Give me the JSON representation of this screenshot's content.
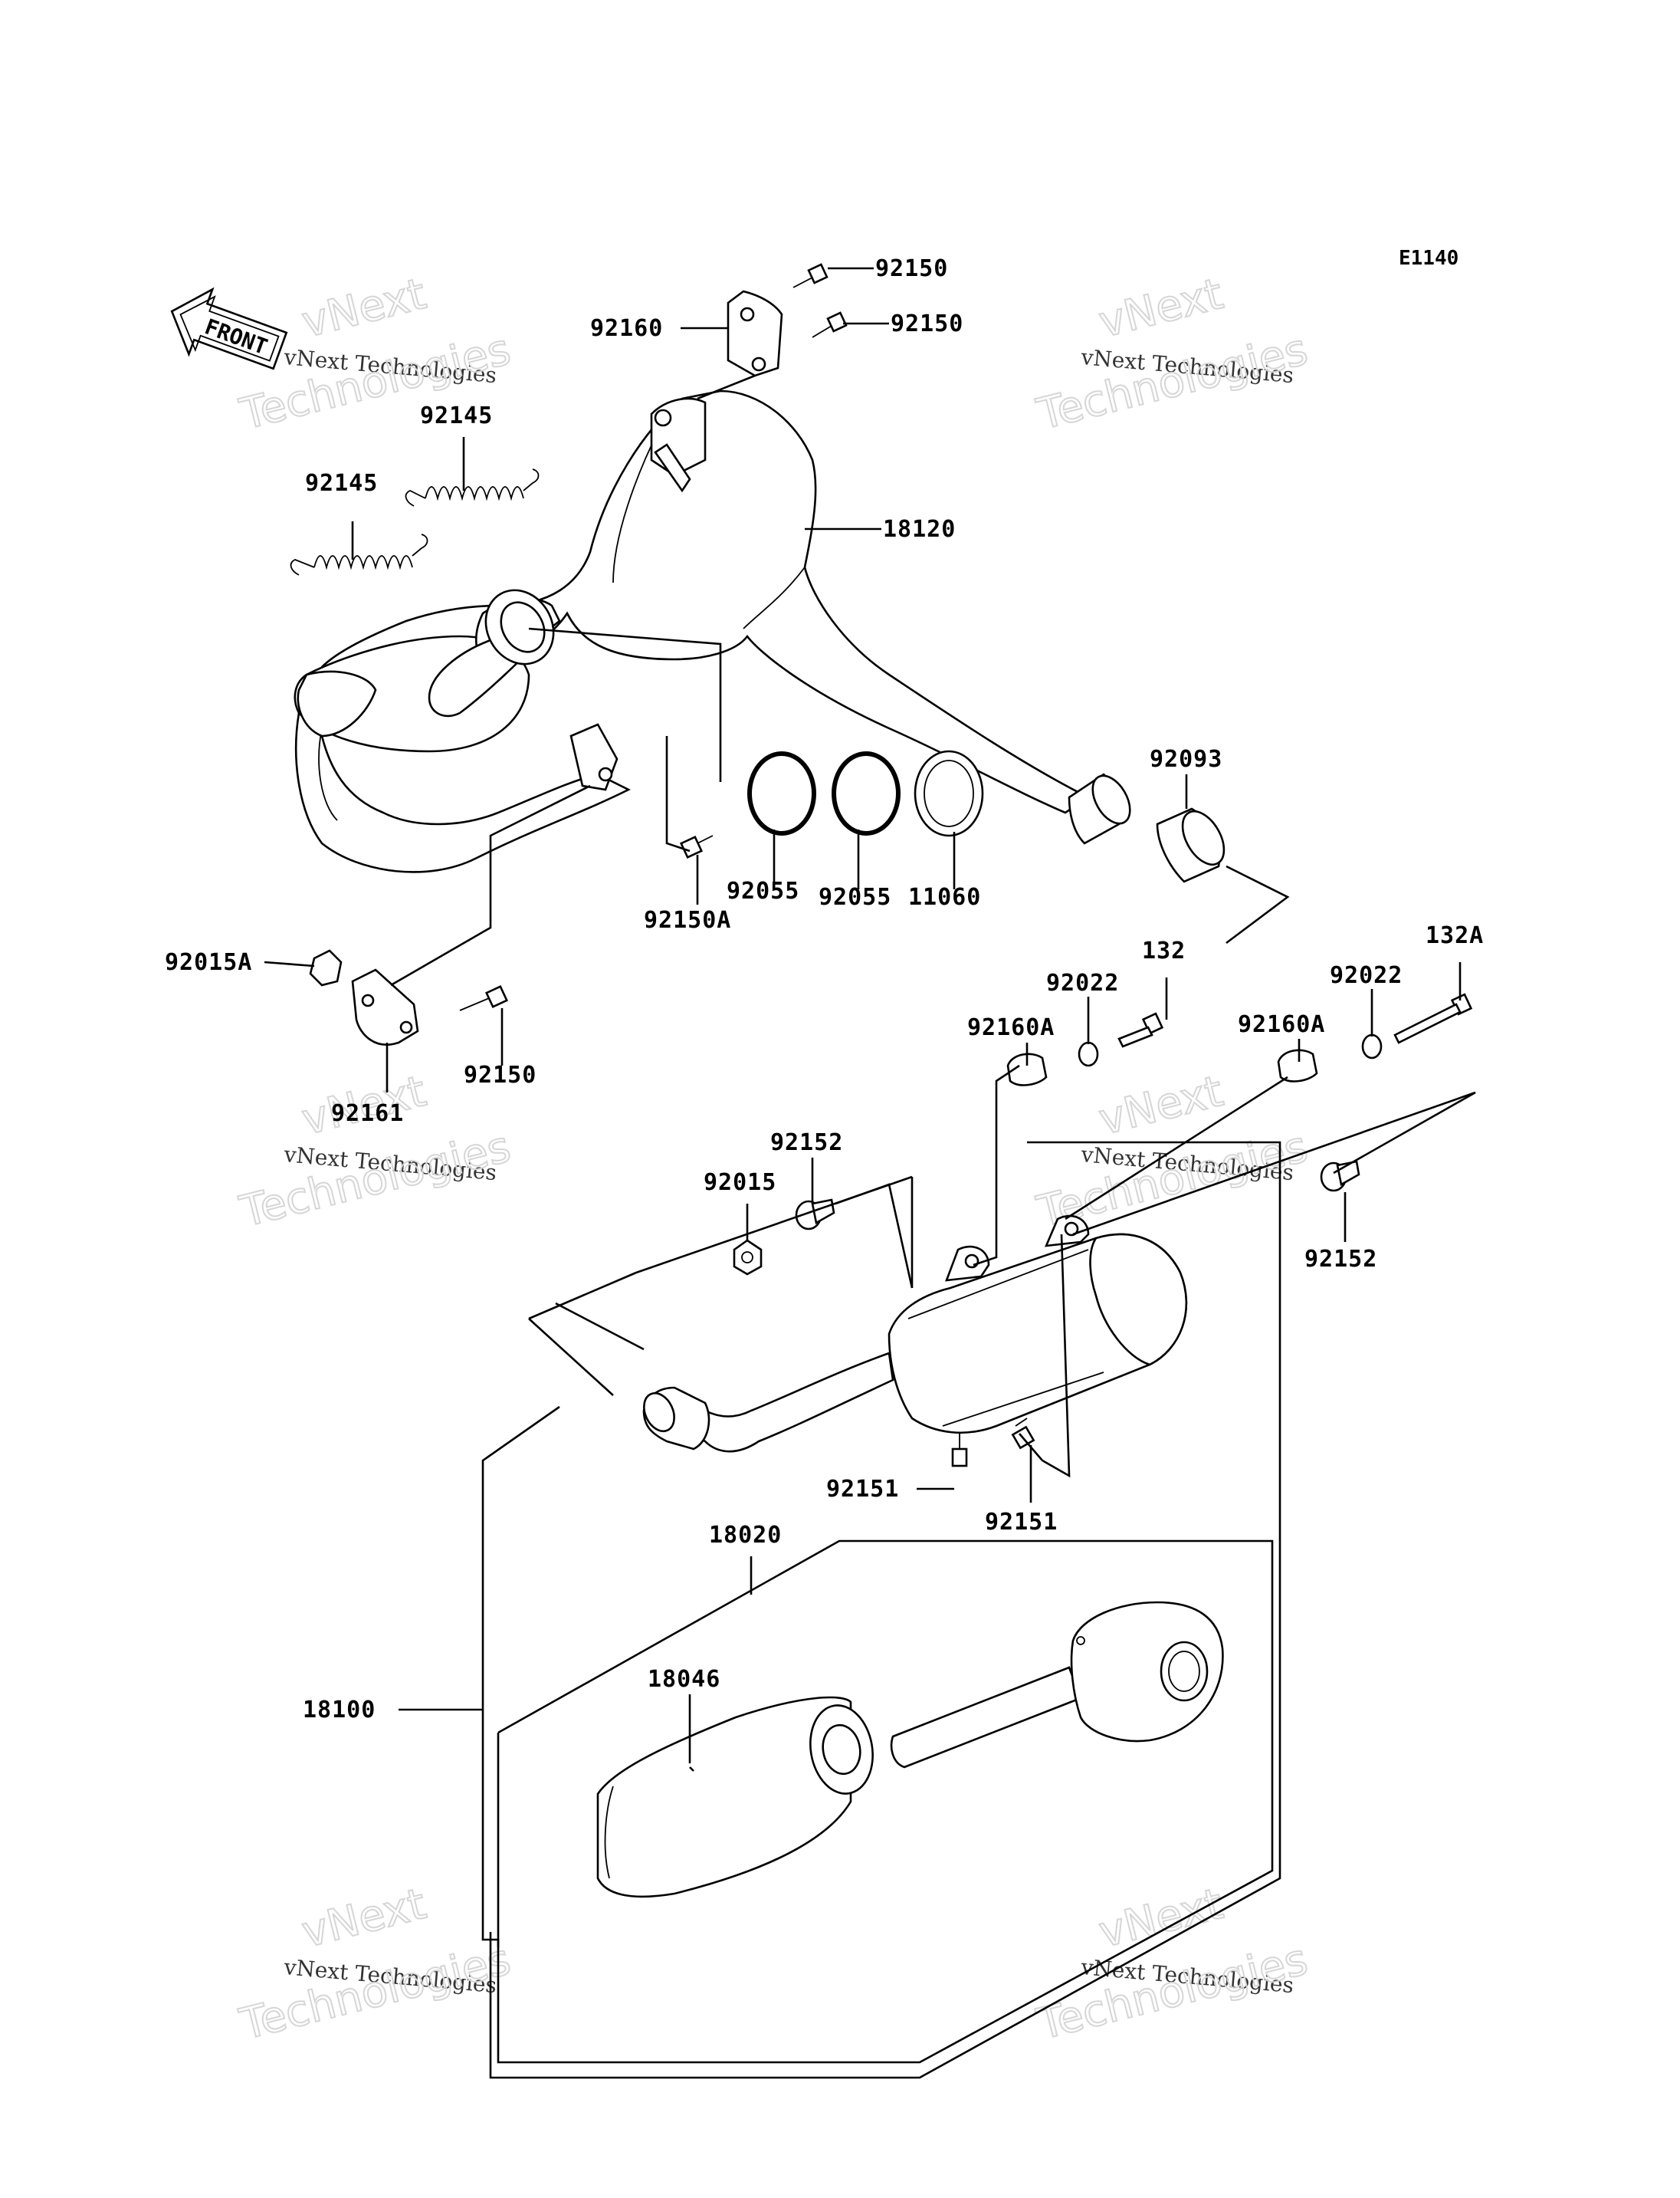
{
  "diagram_code": "E1140",
  "front_label": "FRONT",
  "watermark": {
    "line1": "vNext",
    "line2": "vNext Technologies",
    "line3": "Technologies"
  },
  "labels": {
    "p92150_a": "92150",
    "p92150_b": "92150",
    "p92160": "92160",
    "p92145_a": "92145",
    "p92145_b": "92145",
    "p18120": "18120",
    "p92093": "92093",
    "p92055_a": "92055",
    "p92055_b": "92055",
    "p11060": "11060",
    "p92150A": "92150A",
    "p92015A": "92015A",
    "p92161": "92161",
    "p92150_c": "92150",
    "p132": "132",
    "p132A": "132A",
    "p92022_a": "92022",
    "p92022_b": "92022",
    "p92160A_a": "92160A",
    "p92160A_b": "92160A",
    "p92152_a": "92152",
    "p92152_b": "92152",
    "p92015": "92015",
    "p92151_a": "92151",
    "p92151_b": "92151",
    "p18020": "18020",
    "p18046": "18046",
    "p18100": "18100"
  }
}
